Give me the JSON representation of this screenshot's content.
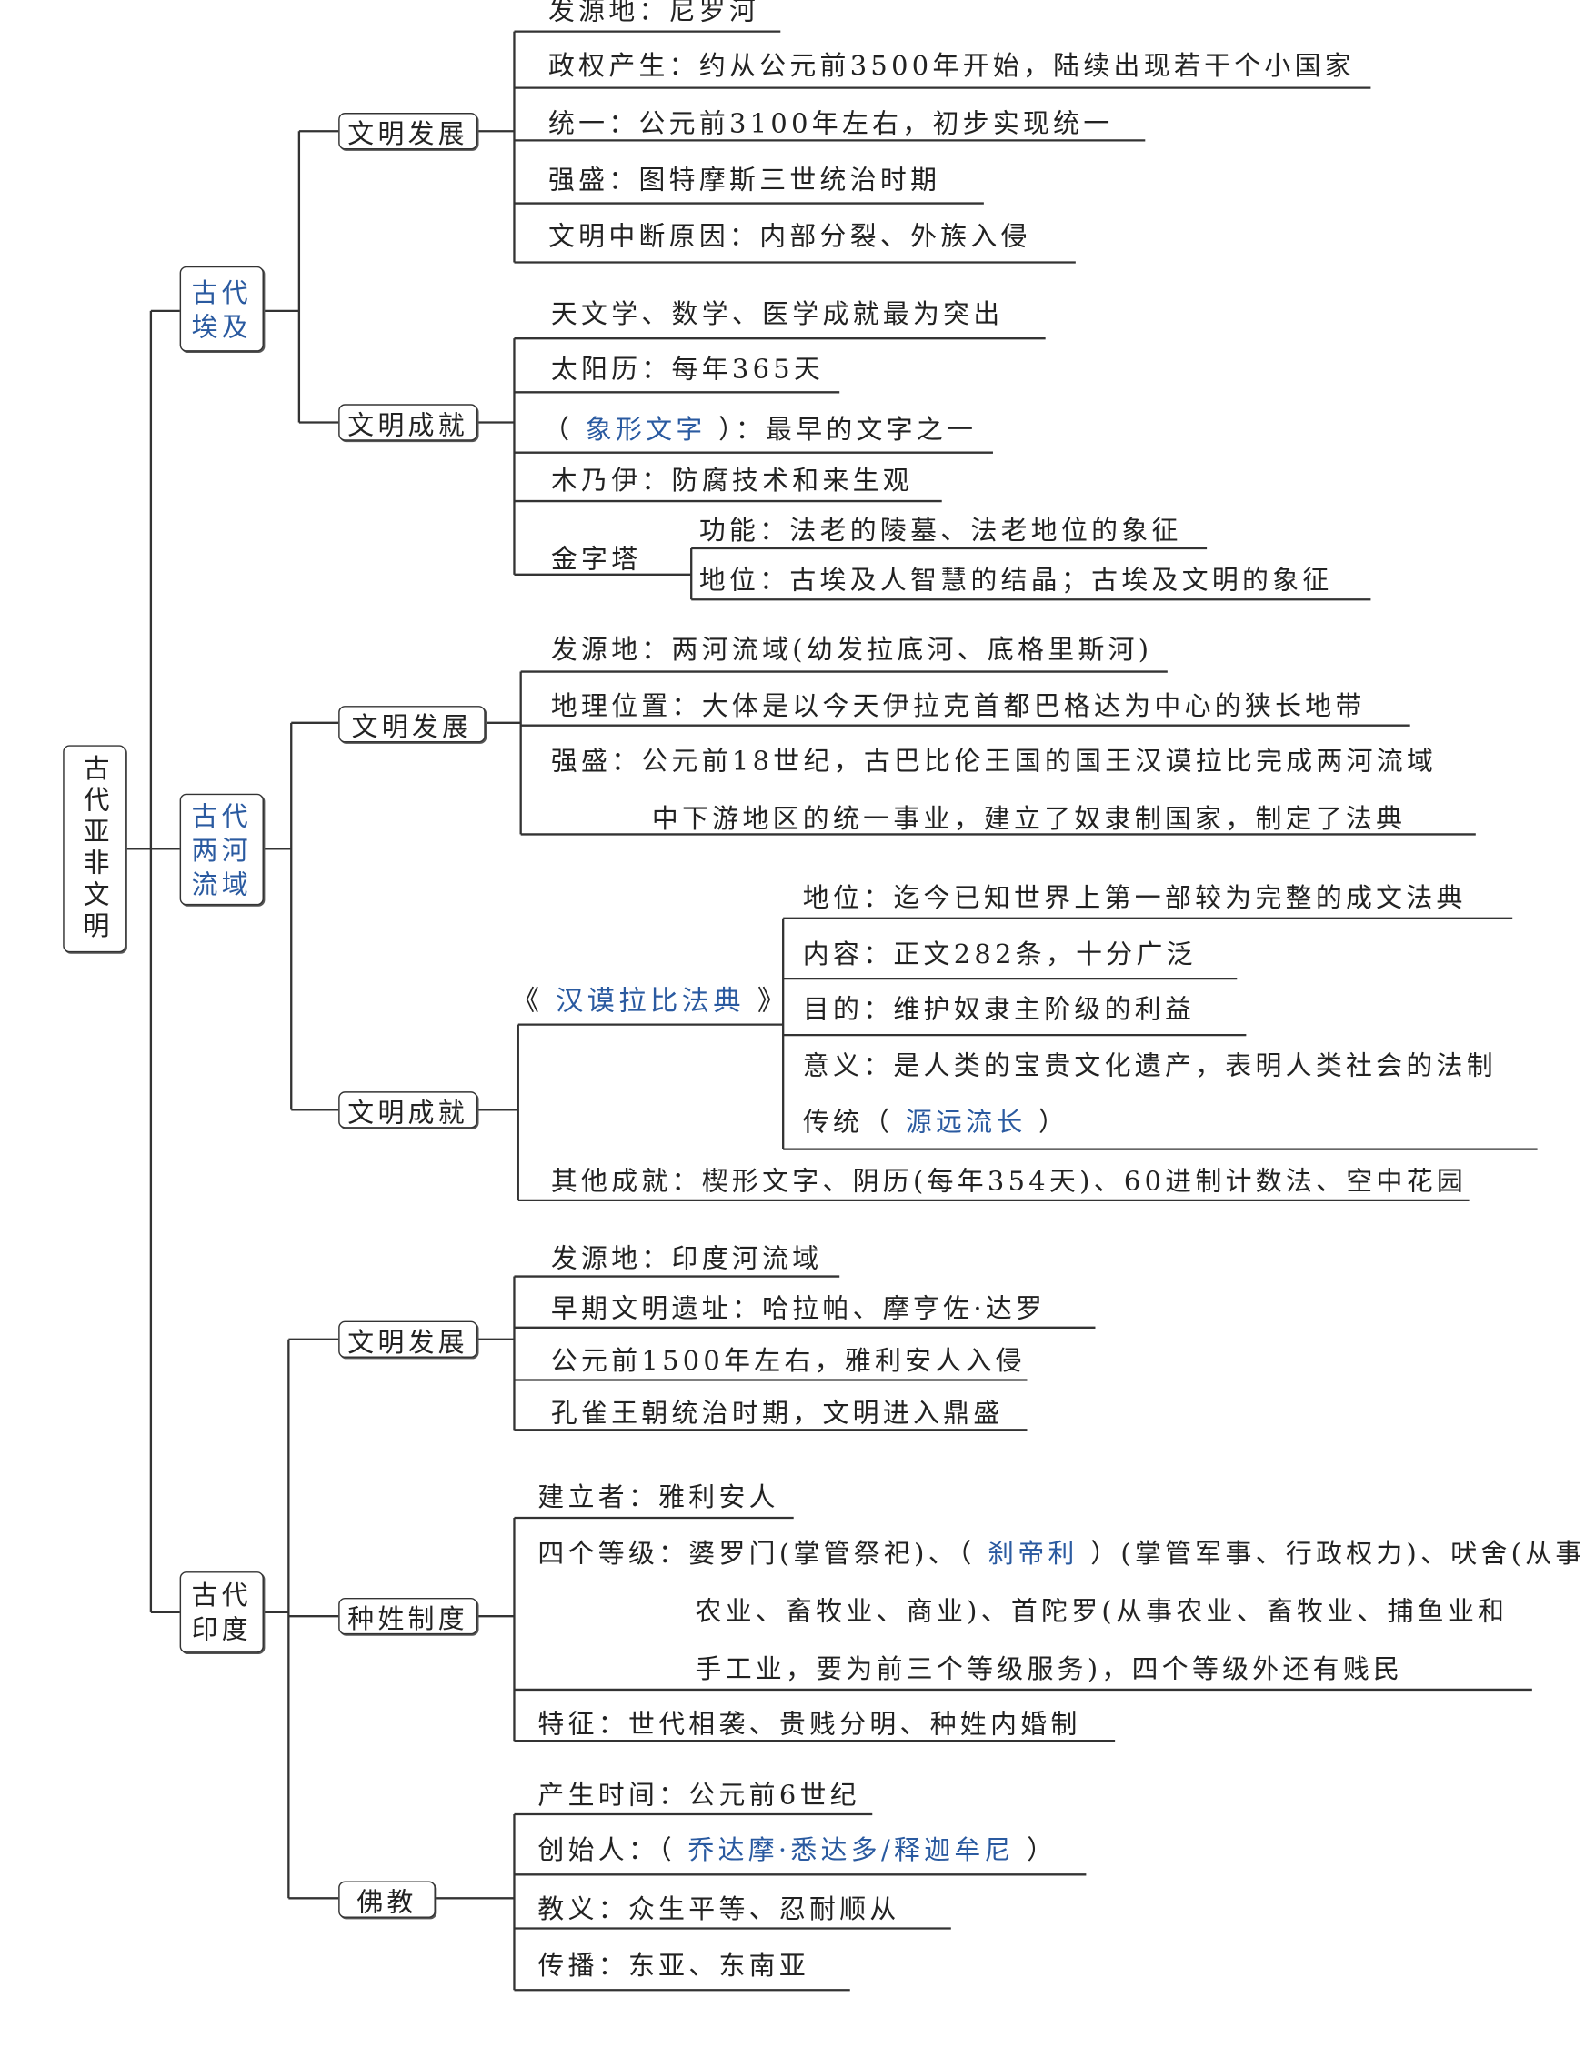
{
  "root": "古代亚非文明",
  "egypt": {
    "title_1": "古代",
    "title_2": "埃及",
    "dev": {
      "label": "文明发展",
      "items": [
        "发源地：尼罗河",
        "政权产生：约从公元前3500年开始，陆续出现若干个小国家",
        "统一：公元前3100年左右，初步实现统一",
        "强盛：图特摩斯三世统治时期",
        "文明中断原因：内部分裂、外族入侵"
      ]
    },
    "ach": {
      "label": "文明成就",
      "items": [
        "天文学、数学、医学成就最为突出",
        "太阳历：每年365天",
        "木乃伊：防腐技术和来生观"
      ],
      "script": {
        "pre": "（ ",
        "blue": "象形文字",
        "post": " ）：最早的文字之一"
      },
      "pyramid": {
        "label": "金字塔",
        "items": [
          "功能：法老的陵墓、法老地位的象征",
          "地位：古埃及人智慧的结晶；古埃及文明的象征"
        ]
      }
    }
  },
  "meso": {
    "title_1": "古代",
    "title_2": "两河",
    "title_3": "流域",
    "dev": {
      "label": "文明发展",
      "items": [
        "发源地：两河流域(幼发拉底河、底格里斯河)",
        "地理位置：大体是以今天伊拉克首都巴格达为中心的狭长地带",
        "强盛：公元前18世纪，古巴比伦王国的国王汉谟拉比完成两河流域",
        "中下游地区的统一事业，建立了奴隶制国家，制定了法典"
      ]
    },
    "ach": {
      "label": "文明成就",
      "code": {
        "pre": "《 ",
        "blue": "汉谟拉比法典",
        "post": " 》",
        "items": [
          "地位：迄今已知世界上第一部较为完整的成文法典",
          "内容：正文282条，十分广泛",
          "目的：维护奴隶主阶级的利益",
          "意义：是人类的宝贵文化遗产，表明人类社会的法制"
        ],
        "tradition": {
          "pre": "传统（ ",
          "blue": "源远流长",
          "post": " ）"
        }
      },
      "other": "其他成就：楔形文字、阴历(每年354天)、60进制计数法、空中花园"
    }
  },
  "india": {
    "title_1": "古代",
    "title_2": "印度",
    "dev": {
      "label": "文明发展",
      "items": [
        "发源地：印度河流域",
        "早期文明遗址：哈拉帕、摩亨佐·达罗",
        "公元前1500年左右，雅利安人入侵",
        "孔雀王朝统治时期，文明进入鼎盛"
      ]
    },
    "caste": {
      "label": "种姓制度",
      "founder": "建立者：雅利安人",
      "levels": {
        "pre": "四个等级：婆罗门(掌管祭祀)、（ ",
        "blue": "刹帝利",
        "post": " ）(掌管军事、行政权力)、吠舍(从事",
        "line2": "农业、畜牧业、商业)、首陀罗(从事农业、畜牧业、捕鱼业和",
        "line3": "手工业，要为前三个等级服务)，四个等级外还有贱民"
      },
      "feature": "特征：世代相袭、贵贱分明、种姓内婚制"
    },
    "buddhism": {
      "label": "佛教",
      "time": "产生时间：公元前6世纪",
      "founder": {
        "pre": "创始人：（ ",
        "blue": "乔达摩·悉达多/释迦牟尼",
        "post": " ）"
      },
      "items": [
        "教义：众生平等、忍耐顺从",
        "传播：东亚、东南亚"
      ]
    }
  }
}
